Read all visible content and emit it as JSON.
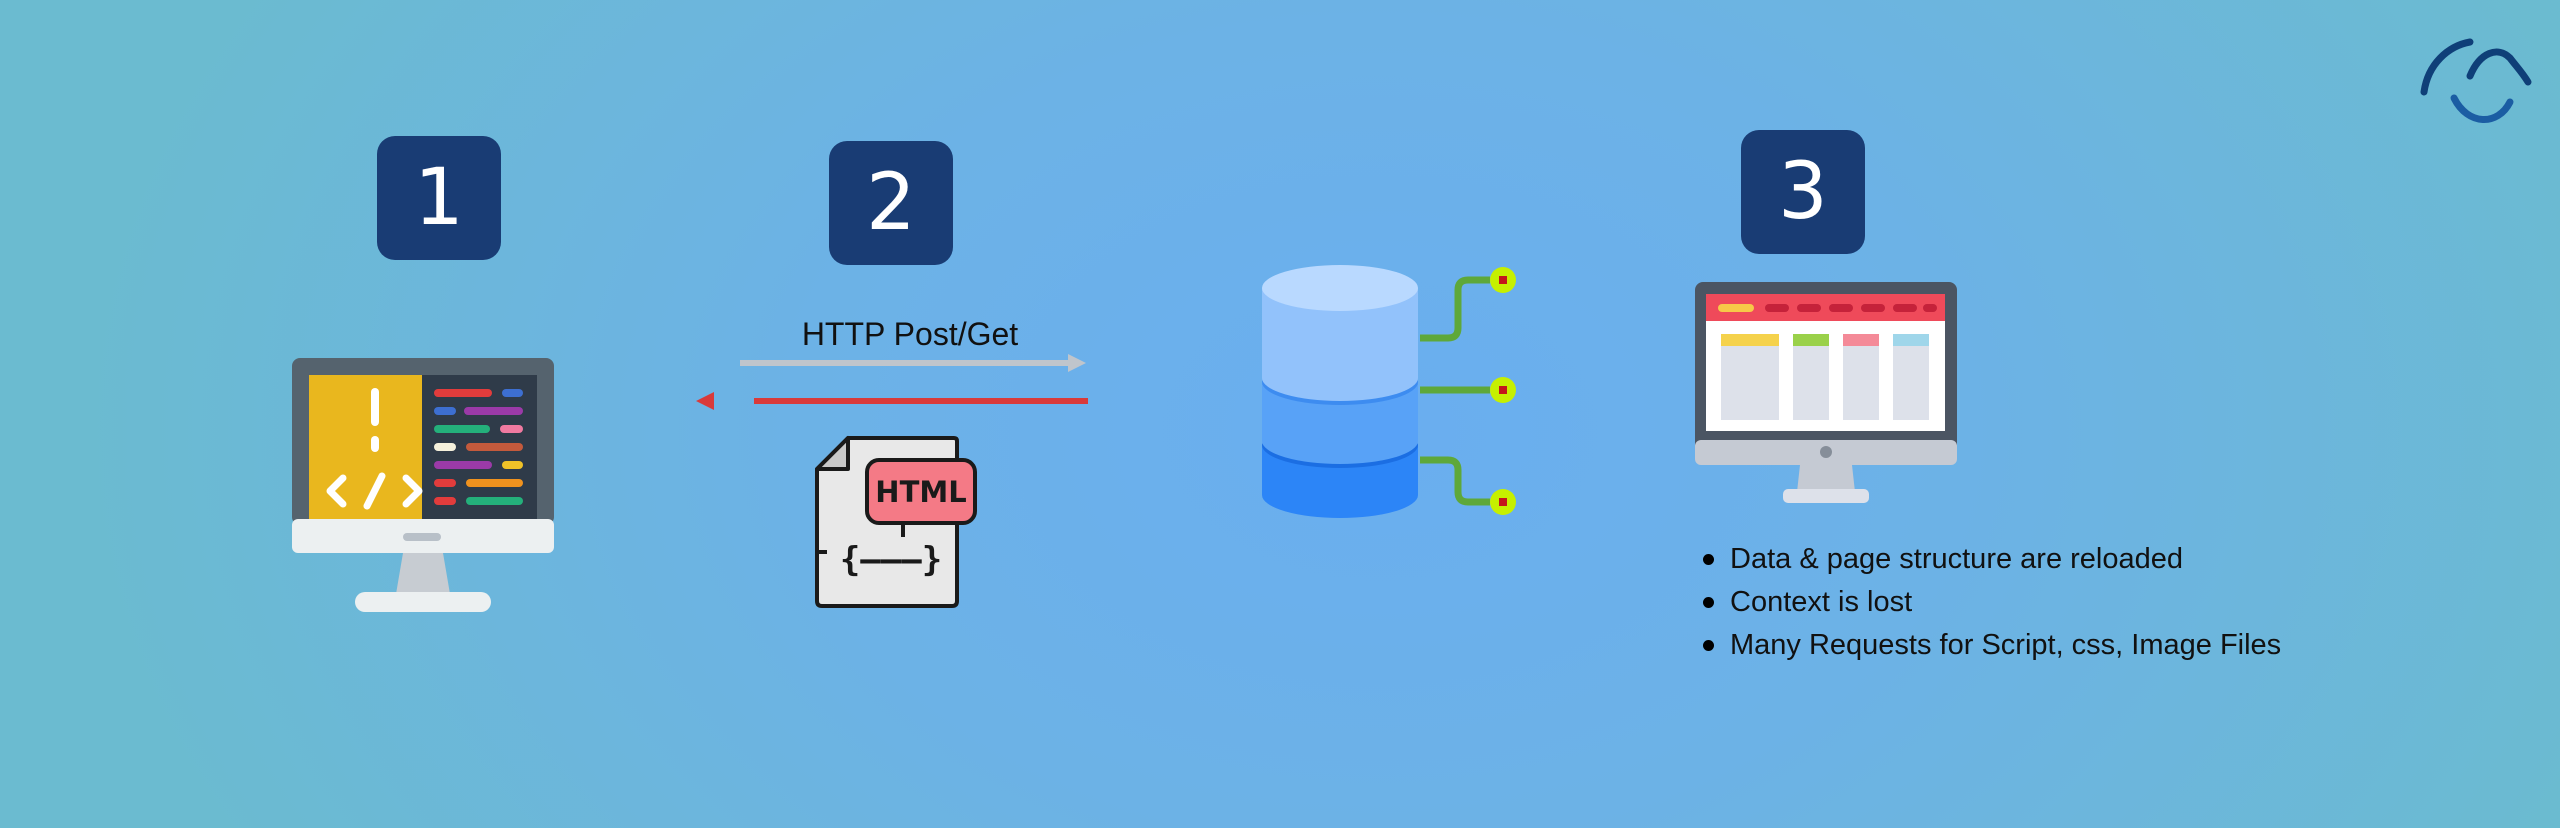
{
  "steps": [
    {
      "number": "1"
    },
    {
      "number": "2"
    },
    {
      "number": "3"
    }
  ],
  "http_label": "HTTP Post/Get",
  "html_icon_label": "HTML",
  "notes": [
    "Data & page structure are reloaded",
    "Context is lost",
    "Many Requests for Script, css, Image Files"
  ],
  "icons": {
    "step1": "code-monitor-icon",
    "step2": "html-file-icon",
    "server": "database-icon",
    "step3": "webpage-monitor-icon",
    "brand": "logo-icon"
  },
  "colors": {
    "badge": "#193c74",
    "request_arrow": "#bfc5cc",
    "response_arrow": "#d93a3a",
    "connector": "#5ea83a",
    "node": "#c6f000"
  }
}
